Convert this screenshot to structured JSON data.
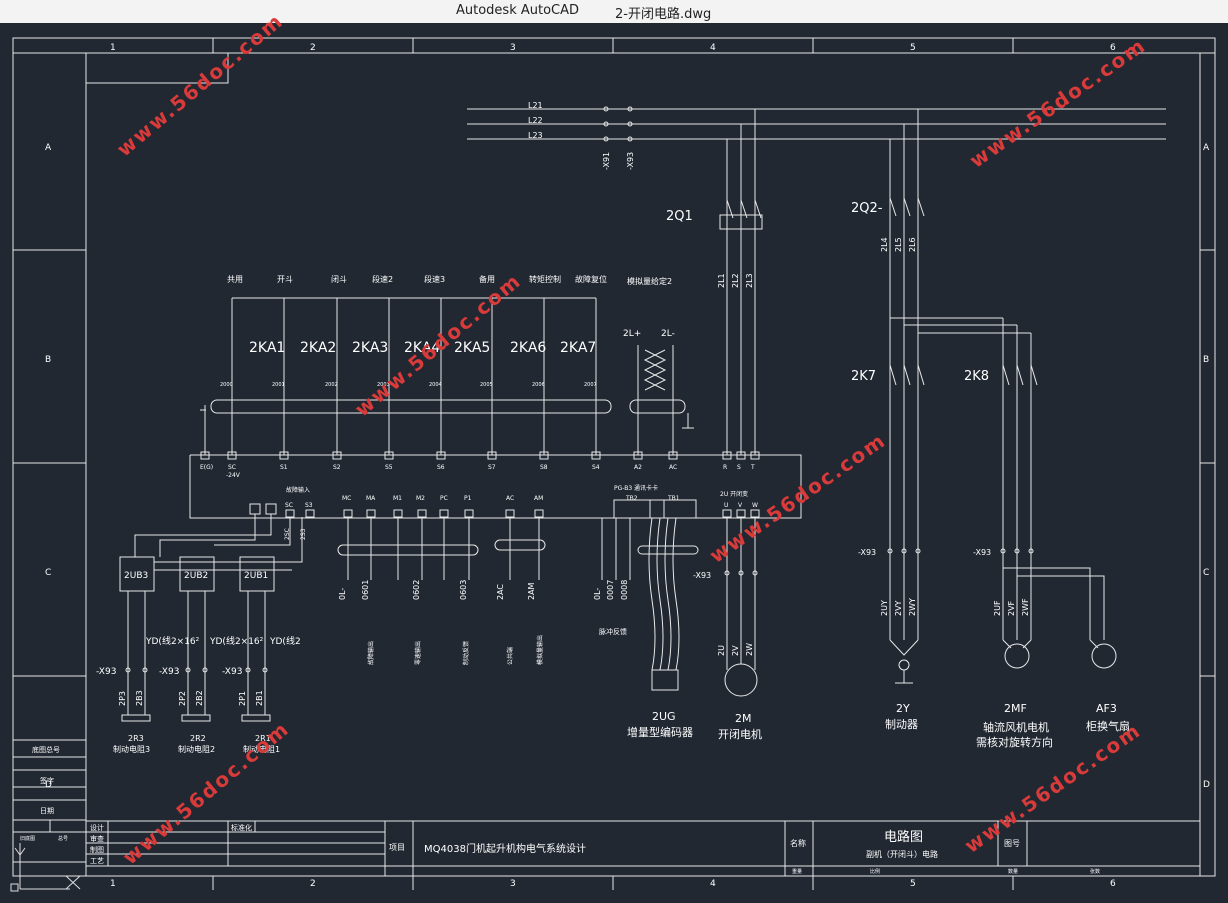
{
  "app": {
    "name": "Autodesk AutoCAD",
    "file": "2-开闭电路.dwg"
  },
  "frame": {
    "cols": [
      "1",
      "2",
      "3",
      "4",
      "5",
      "6"
    ],
    "rows": [
      "A",
      "B",
      "C",
      "D"
    ]
  },
  "bus": {
    "lines": [
      "L21",
      "L22",
      "L23"
    ],
    "x91": "-X91",
    "x93": "-X93"
  },
  "breakers": {
    "q1": "2Q1",
    "q2": "2Q2-",
    "q1_wires": [
      "2L1",
      "2L2",
      "2L3"
    ],
    "q2_wires": [
      "2L4",
      "2L5",
      "2L6"
    ]
  },
  "inputs": {
    "labels": [
      "共用",
      "开斗",
      "闭斗",
      "段速2",
      "段速3",
      "备用",
      "转矩控制",
      "故障复位",
      "模拟量给定2"
    ],
    "relays": [
      "2KA1",
      "2KA2",
      "2KA3",
      "2KA4",
      "2KA5",
      "2KA6",
      "2KA7"
    ],
    "wire_nums": [
      "2000",
      "2001",
      "2002",
      "2003",
      "2004",
      "2005",
      "2006",
      "2007"
    ],
    "terminals": [
      "E(G)",
      "SC\n-24V",
      "S1",
      "S2",
      "S5",
      "S6",
      "S7",
      "S8",
      "S4",
      "A2",
      "AC",
      "R",
      "S",
      "T"
    ],
    "analog": {
      "plus": "2L+",
      "minus": "2L-"
    }
  },
  "drive_io": {
    "fault_in": "故障输入",
    "top_terms": [
      "MC",
      "MA",
      "M1",
      "M2",
      "PC",
      "P1",
      "AC",
      "AM"
    ],
    "pg_card": "PG-B3 通讯卡卡",
    "tb": [
      "TB2",
      "TB1"
    ],
    "out_label": "2U 开闭变",
    "out_terms": [
      "U",
      "V",
      "W"
    ],
    "wires": [
      "0L-",
      "0601",
      "0602",
      "0603",
      "2AC",
      "2AM",
      "0L-",
      "0007",
      "0008"
    ],
    "func": [
      "故障输出",
      "零速输出",
      "制动反馈",
      "公共端",
      "模拟量输出"
    ],
    "pulse": "脉冲反馈"
  },
  "brakes": {
    "units": [
      "2UB3",
      "2UB2",
      "2UB1"
    ],
    "cables": [
      "YD(线2×16²",
      "YD(线2×16²",
      "YD(线2"
    ],
    "x93": "-X93",
    "wires": [
      [
        "2P3",
        "2B3"
      ],
      [
        "2P2",
        "2B2"
      ],
      [
        "2P1",
        "2B1"
      ]
    ],
    "resistors": [
      [
        "2R3",
        "制动电阻3"
      ],
      [
        "2R2",
        "制动电阻2"
      ],
      [
        "2R1",
        "制动电阻1"
      ]
    ],
    "sc_labels": [
      "2SC",
      "2S3"
    ],
    "terms": [
      "SC",
      "S3"
    ]
  },
  "motors": {
    "encoder": [
      "2UG",
      "增量型编码器"
    ],
    "motor": [
      "2M",
      "开闭电机"
    ],
    "brake": [
      "2Y",
      "制动器"
    ],
    "fan": [
      "2MF",
      "轴流风机电机",
      "需核对旋转方向"
    ],
    "cab_fan": [
      "AF3",
      "柜换气扇"
    ],
    "contactors": [
      "2K7",
      "2K8"
    ],
    "x93": "-X93",
    "wires_m": [
      "2U",
      "2V",
      "2W"
    ],
    "wires_y": [
      "2UY",
      "2VY",
      "2WY"
    ],
    "wires_f": [
      "2UF",
      "2VF",
      "2WF"
    ]
  },
  "side_block": [
    "底图总号",
    "签字",
    "日期"
  ],
  "side_small": [
    "旧底图",
    "总号"
  ],
  "title_block": {
    "roles": [
      "设计",
      "审查",
      "制图",
      "工艺"
    ],
    "std": "标准化",
    "project_label": "项目",
    "project": "MQ4038门机起升机构电气系统设计",
    "name_label": "名称",
    "drawing": "电路图",
    "sub": "副机（开闭斗）电路",
    "num_label": "图号",
    "footer": [
      "重量",
      "比例",
      "数量",
      "张数"
    ]
  },
  "watermark": "www.56doc.com"
}
